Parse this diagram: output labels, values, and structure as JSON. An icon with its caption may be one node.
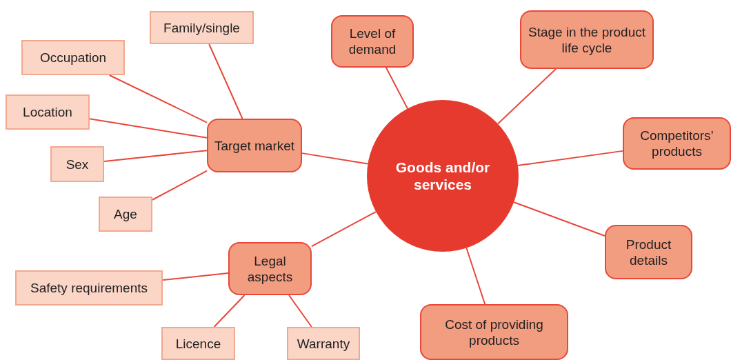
{
  "diagram": {
    "nodes": [
      {
        "text": [
          "Goods and/or services"
        ]
      },
      {
        "text": [
          "Level of demand"
        ]
      },
      {
        "text": [
          "Stage in the product life cycle"
        ]
      },
      {
        "text": [
          "Competitors’ products"
        ]
      },
      {
        "text": [
          "Product details"
        ]
      },
      {
        "text": [
          "Cost of providing products"
        ]
      },
      {
        "text": [
          "Target market"
        ]
      },
      {
        "text": [
          "Family/single"
        ]
      },
      {
        "text": [
          "Occupation"
        ]
      },
      {
        "text": [
          "Location"
        ]
      },
      {
        "text": [
          "Sex"
        ]
      },
      {
        "text": [
          "Age"
        ]
      },
      {
        "text": [
          "Legal aspects"
        ]
      },
      {
        "text": [
          "Safety requirements"
        ]
      },
      {
        "text": [
          "Licence"
        ]
      },
      {
        "text": [
          "Warranty"
        ]
      }
    ],
    "edges": [
      {
        "from": 0,
        "to": 1,
        "arrow": "none"
      },
      {
        "from": 0,
        "to": 2,
        "arrow": "none"
      },
      {
        "from": 0,
        "to": 3,
        "arrow": "none"
      },
      {
        "from": 0,
        "to": 4,
        "arrow": "none"
      },
      {
        "from": 0,
        "to": 5,
        "arrow": "none"
      },
      {
        "from": 0,
        "to": 6,
        "arrow": "none"
      },
      {
        "from": 0,
        "to": 12,
        "arrow": "none"
      },
      {
        "from": 6,
        "to": 7,
        "arrow": "none"
      },
      {
        "from": 6,
        "to": 8,
        "arrow": "none"
      },
      {
        "from": 6,
        "to": 9,
        "arrow": "none"
      },
      {
        "from": 6,
        "to": 10,
        "arrow": "none"
      },
      {
        "from": 6,
        "to": 11,
        "arrow": "none"
      },
      {
        "from": 12,
        "to": 13,
        "arrow": "none"
      },
      {
        "from": 12,
        "to": 14,
        "arrow": "none"
      },
      {
        "from": 12,
        "to": 15,
        "arrow": "none"
      }
    ]
  }
}
